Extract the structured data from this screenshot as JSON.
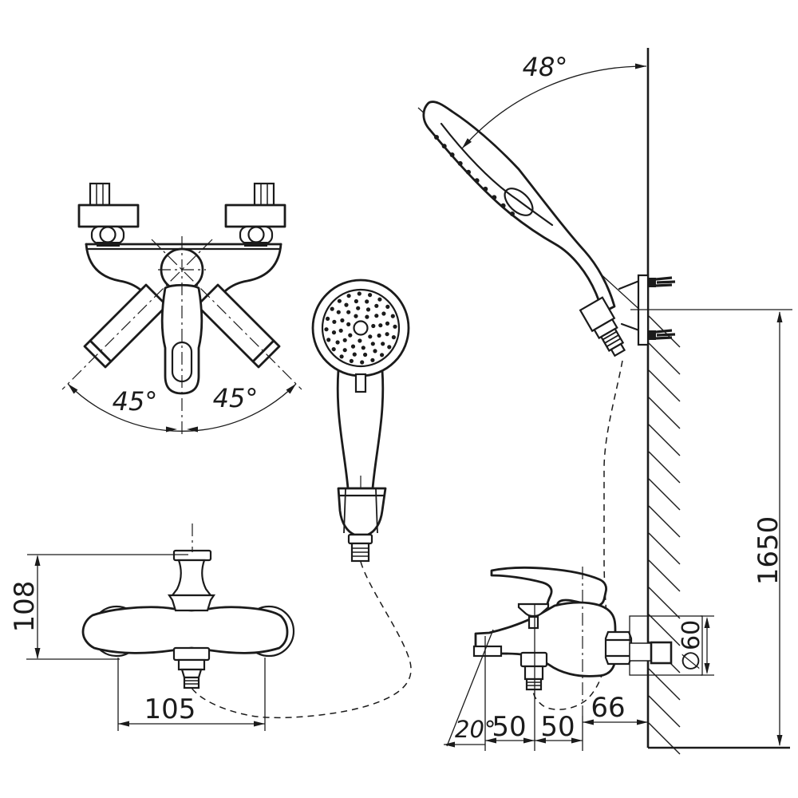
{
  "drawing": {
    "subject": "wall-mounted bath shower mixer with hand shower - installation dimensions",
    "background_color": "#ffffff",
    "line_color": "#1b1b1b"
  },
  "labels": {
    "holder_angle": "48°",
    "spout_swing_left": "45°",
    "spout_swing_right": "45°",
    "body_height": "108",
    "connection_spacing": "105",
    "holder_height_from_floor": "1650",
    "spout_down_angle": "20°",
    "spout_tip_offset": "50",
    "hose_outlet_offset": "50",
    "wall_offset": "66",
    "escutcheon_diameter": "∅60"
  }
}
